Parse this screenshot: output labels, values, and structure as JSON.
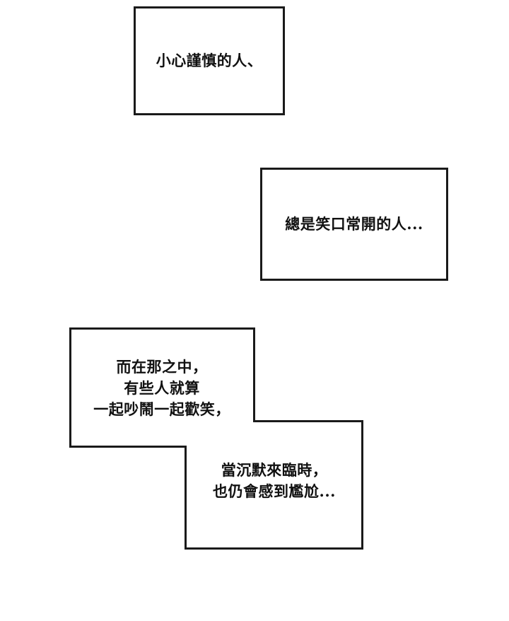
{
  "captions": [
    {
      "id": "caption-1",
      "text": "小心謹慎的人、"
    },
    {
      "id": "caption-2",
      "text": "總是笑口常開的人..."
    }
  ],
  "stepped_caption": {
    "upper_text": "而在那之中，\n有些人就算\n一起吵鬧一起歡笑，",
    "lower_text": "當沉默來臨時，\n也仍會感到尷尬..."
  }
}
